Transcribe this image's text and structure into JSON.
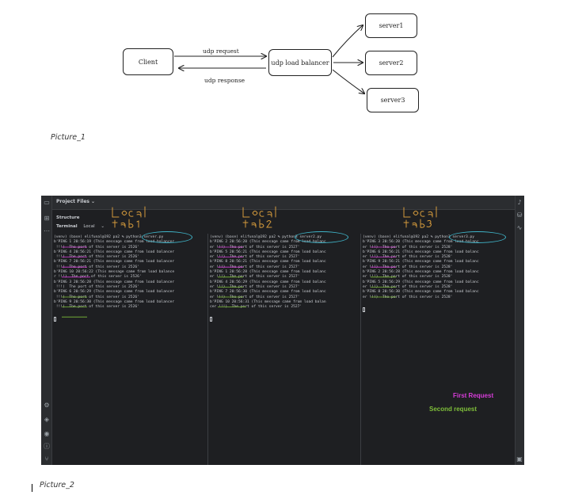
{
  "picture_1": {
    "caption": "Picture_1",
    "nodes": {
      "client": "Client",
      "load_balancer": "udp load balancer",
      "server1": "server1",
      "server2": "server2",
      "server3": "server3"
    },
    "edges": {
      "request": "udp request",
      "response": "udp response"
    }
  },
  "picture_2": {
    "caption": "Picture_2",
    "ide": {
      "project_files": "Project Files ⌄",
      "structure": "Structure",
      "terminal_tab": "Terminal",
      "local_tab": "Local",
      "local_tab_chevron": "⌄",
      "annotations": {
        "tab1": "Local\ntab1",
        "tab2": "Local\ntab2",
        "tab3": "Local\ntab3"
      },
      "terminals": {
        "tab1": "(venv) (base) elifunal@192 pa2 % python3 server.py\nb'PING 1 20:56:19 (This message came from load balancer\n !!!)  The port of this server is 2526'\nb'PING 4 20:56:21 (This message came from load balancer\n !!!)  The port of this server is 2526'\nb'PING 7 20:56:21 (This message came from load balancer\n !!!)  The port of this server is 2526'\nb'PING 10 20:56:22 (This message came from load balance\nr !!!)  The port of this server is 2526'\nb'PING 3 20:56:28 (This message came from load balancer\n !!!)  The port of this server is 2526'\nb'PING 6 20:56:29 (This message came from load balancer\n !!!)  The port of this server is 2526'\nb'PING 9 20:56:30 (This message came from load balancer\n !!!)  The port of this server is 2526'",
        "tab2": "(venv) (base) elifunal@192 pa2 % python3 server2.py\nb'PING 2 20:56:20 (This message came from load balanc\ner !!!)  The port of this server is 2527'\nb'PING 5 20:56:21 (This message came from load balanc\ner !!!)  The port of this server is 2527'\nb'PING 8 20:56:21 (This message came from load balanc\ner !!!)  The port of this server is 2527'\nb'PING 1 20:56:28 (This message came from load balanc\ner !!!)  The port of this server is 2527'\nb'PING 4 20:56:29 (This message came from load balanc\ner !!!)  The port of this server is 2527'\nb'PING 7 20:56:30 (This message came from load balanc\ner !!!)  The port of this server is 2527'\nb'PING 10 20:56:31 (This message came from load balan\ncer !!!)  The port of this server is 2527'",
        "tab3": "(venv) (base) elifunal@192 pa2 % python3 server3.py\nb'PING 3 20:56:20 (This message came from load balanc\ner !!!)  The port of this server is 2528'\nb'PING 6 20:56:21 (This message came from load balanc\ner !!!)  The port of this server is 2528'\nb'PING 9 20:56:21 (This message came from load balanc\ner !!!)  The port of this server is 2528'\nb'PING 2 20:56:28 (This message came from load balanc\ner !!!)  The port of this server is 2528'\nb'PING 5 20:56:29 (This message came from load balanc\ner !!!)  The port of this server is 2528'\nb'PING 8 20:56:30 (This message came from load balanc\ner !!!)  The port of this server is 2528'"
      },
      "legend": {
        "first_request": "First Request",
        "second_request": "Second request",
        "first_color": "#d63cd8",
        "second_color": "#7fbf3a"
      }
    }
  }
}
